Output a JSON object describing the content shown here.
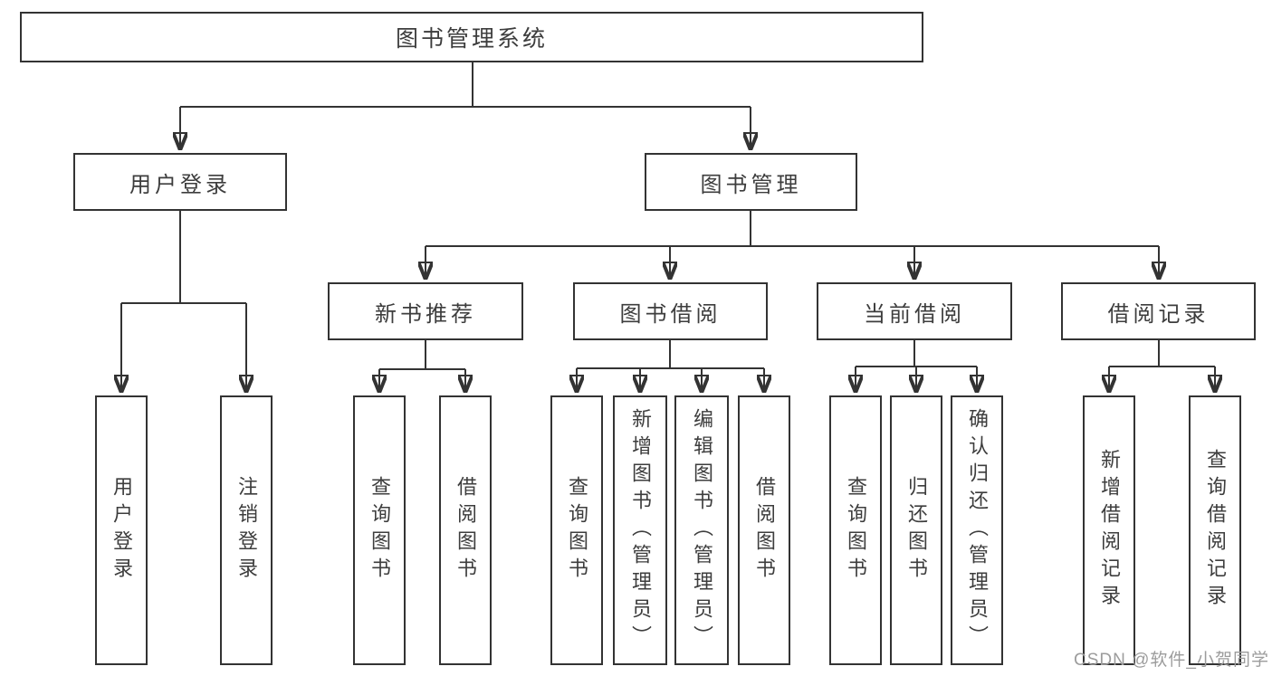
{
  "tree": {
    "root": {
      "label": "图书管理系统",
      "children": [
        {
          "label": "用户登录",
          "children": [
            {
              "label": "用户登录"
            },
            {
              "label": "注销登录"
            }
          ]
        },
        {
          "label": "图书管理",
          "children": [
            {
              "label": "新书推荐",
              "children": [
                {
                  "label": "查询图书"
                },
                {
                  "label": "借阅图书"
                }
              ]
            },
            {
              "label": "图书借阅",
              "children": [
                {
                  "label": "查询图书"
                },
                {
                  "label": "新增图书（管理员）"
                },
                {
                  "label": "编辑图书（管理员）"
                },
                {
                  "label": "借阅图书"
                }
              ]
            },
            {
              "label": "当前借阅",
              "children": [
                {
                  "label": "查询图书"
                },
                {
                  "label": "归还图书"
                },
                {
                  "label": "确认归还（管理员）"
                }
              ]
            },
            {
              "label": "借阅记录",
              "children": [
                {
                  "label": "新增借阅记录"
                },
                {
                  "label": "查询借阅记录"
                }
              ]
            }
          ]
        }
      ]
    }
  },
  "watermark": {
    "text": "CSDN @软件_小贺同学"
  },
  "colors": {
    "line": "#333333",
    "box_border": "#333333",
    "box_background": "#ffffff",
    "text": "#3d3d3d",
    "watermark": "#9c9c9c",
    "page_background": "#ffffff"
  }
}
